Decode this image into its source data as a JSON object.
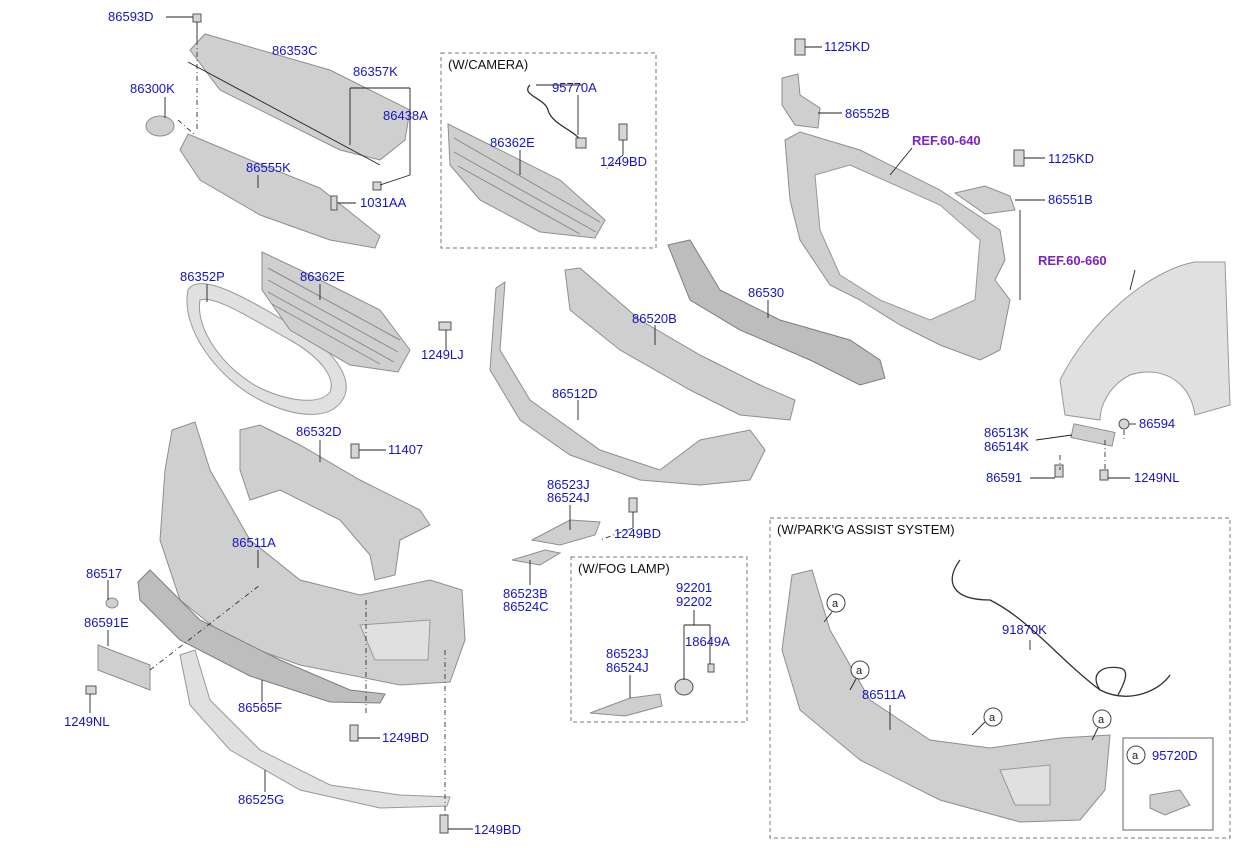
{
  "labels": {
    "p86593D": "86593D",
    "p86353C": "86353C",
    "p86357K": "86357K",
    "p86300K": "86300K",
    "p86438A": "86438A",
    "p86555K": "86555K",
    "p1031AA": "1031AA",
    "p86352P": "86352P",
    "p86362E_main": "86362E",
    "p1249LJ": "1249LJ",
    "p86532D": "86532D",
    "p11407": "11407",
    "p86511A_main": "86511A",
    "p86517": "86517",
    "p86591E": "86591E",
    "p1249NL_left": "1249NL",
    "p86565F": "86565F",
    "p1249BD_lower": "1249BD",
    "p86525G": "86525G",
    "p1249BD_bottom": "1249BD",
    "p95770A": "95770A",
    "p86362E_cam": "86362E",
    "p1249BD_cam": "1249BD",
    "p86520B": "86520B",
    "p86512D": "86512D",
    "p86530": "86530",
    "p86523J_a": "86523J",
    "p86524J_a": "86524J",
    "p1249BD_mid": "1249BD",
    "p86523B": "86523B",
    "p86524C": "86524C",
    "p92201": "92201",
    "p92202": "92202",
    "p18649A": "18649A",
    "p86523J_b": "86523J",
    "p86524J_b": "86524J",
    "p1125KD_top": "1125KD",
    "p86552B": "86552B",
    "p1125KD_mid": "1125KD",
    "p86551B": "86551B",
    "p86513K": "86513K",
    "p86514K": "86514K",
    "p86594": "86594",
    "p86591": "86591",
    "p1249NL_right": "1249NL",
    "p91870K": "91870K",
    "p86511A_park": "86511A",
    "p95720D": "95720D"
  },
  "refs": {
    "ref1": "REF.60-640",
    "ref2": "REF.60-660"
  },
  "captions": {
    "camera": "(W/CAMERA)",
    "fog_lamp": "(W/FOG LAMP)",
    "park_assist": "(W/PARK'G ASSIST SYSTEM)"
  },
  "markers": {
    "a": "a"
  },
  "colors": {
    "part_label": "#1414c8",
    "reference_label": "#7a22c8",
    "part_fill": "#cfcfcf"
  }
}
